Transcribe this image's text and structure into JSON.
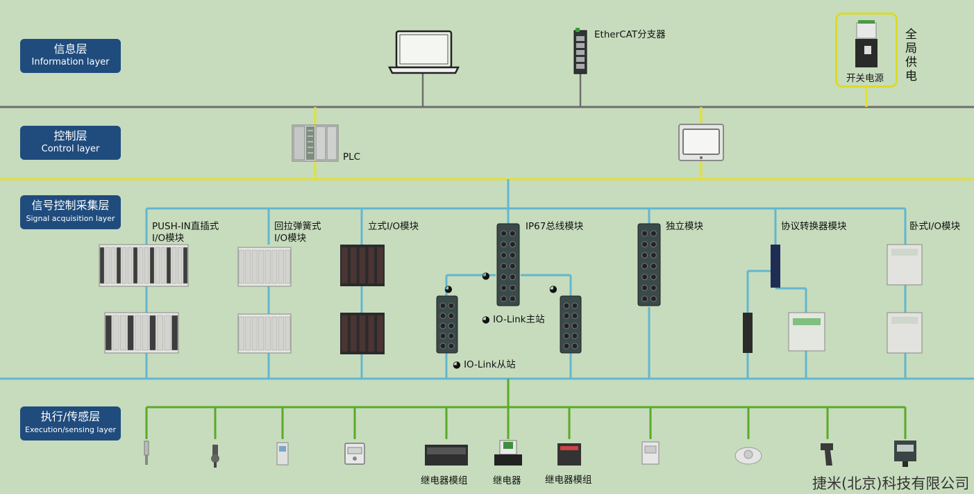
{
  "layers": {
    "info": {
      "zh": "信息层",
      "en": "Information layer"
    },
    "control": {
      "zh": "控制层",
      "en": "Control layer"
    },
    "signal": {
      "zh": "信号控制采集层",
      "en": "Signal acquisition layer"
    },
    "execution": {
      "zh": "执行/传感层",
      "en": "Execution/sensing layer"
    }
  },
  "devices": {
    "ethercat_splitter": "EtherCAT分支器",
    "global_power": "全局供电",
    "psu": "开关电源",
    "plc": "PLC",
    "push_in_io": "PUSH-IN直插式I/O模块",
    "spring_io": "回拉弹簧式I/O模块",
    "vertical_io": "立式I/O模块",
    "ip67_bus": "IP67总线模块",
    "standalone": "独立模块",
    "protocol_converter": "协议转换器模块",
    "horizontal_io": "卧式I/O模块",
    "iolink_master": "IO-Link主站",
    "iolink_slave": "IO-Link从站",
    "relay_module_1": "继电器模组",
    "relay": "继电器",
    "relay_module_2": "继电器模组"
  },
  "iolink_symbol": "◕",
  "company": "捷米(北京)科技有限公司",
  "colors": {
    "background": "#c7dcbd",
    "badge": "#1f4c7d",
    "trunk_gray": "#6e6e6e",
    "yellow_line": "#e3e12e",
    "blue_line": "#63b6cf",
    "green_line": "#5aaa28",
    "device_dark": "#3a4a4a"
  }
}
